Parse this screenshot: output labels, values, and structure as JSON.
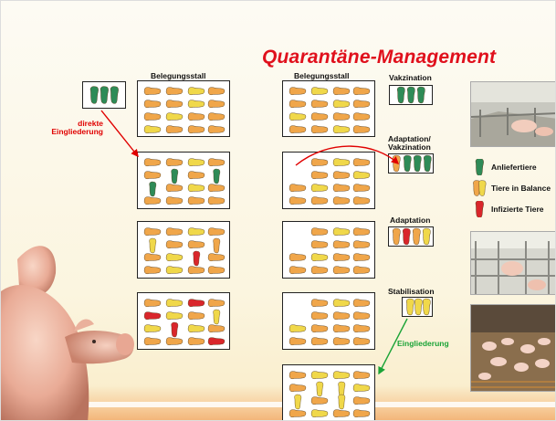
{
  "slide": {
    "title": "Quarantäne-Management",
    "left_header": "Belegungsstall",
    "mid_header": "Belegungsstall",
    "direkte_label": "direkte\nEingliederung",
    "stage_labels": {
      "vakzination": "Vakzination",
      "adaptation_vakzination": "Adaptation/\nVakzination",
      "adaptation": "Adaptation",
      "stabilisation": "Stabilisation",
      "eingliederung": "Eingliederung"
    },
    "legend": [
      {
        "label": "Anliefertiere",
        "color": "#2e8b57"
      },
      {
        "label": "Tiere in Balance",
        "color": "#f0d84a"
      },
      {
        "label": "Infizierte Tiere",
        "color": "#d9262b"
      }
    ],
    "colors": {
      "title": "#e0101c",
      "pig_orange": "#f0a64a",
      "pig_yellow": "#f0d84a",
      "pig_red": "#d9262b",
      "pig_green": "#2e8b57",
      "arrow_red": "#e00000",
      "arrow_green": "#1aa336"
    }
  }
}
